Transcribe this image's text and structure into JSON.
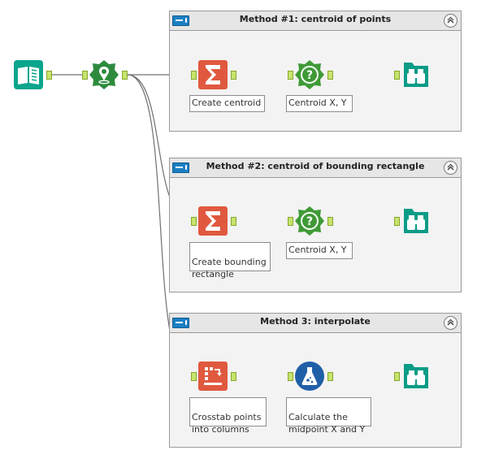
{
  "containers": [
    {
      "title": "Method #1: centroid of points"
    },
    {
      "title": "Method #2: centroid of bounding rectangle"
    },
    {
      "title": "Method 3: interpolate"
    }
  ],
  "tools": {
    "input": {
      "icon": "book-icon"
    },
    "create_points": {
      "icon": "map-pin-icon"
    },
    "summarize_1": {
      "icon": "sigma-icon",
      "annotation": "Create centroid"
    },
    "formula_1": {
      "icon": "question-gear-icon",
      "annotation": "Centroid X, Y"
    },
    "browse_1": {
      "icon": "binoculars-icon"
    },
    "summarize_2": {
      "icon": "sigma-icon",
      "annotation": "Create bounding\nrectangle"
    },
    "formula_2": {
      "icon": "question-gear-icon",
      "annotation": "Centroid X, Y"
    },
    "browse_2": {
      "icon": "binoculars-icon"
    },
    "crosstab_3": {
      "icon": "crosstab-icon",
      "annotation": "Crosstab points\ninto columns"
    },
    "formula_3": {
      "icon": "flask-icon",
      "annotation": "Calculate the\nmidpoint X and Y"
    },
    "browse_3": {
      "icon": "binoculars-icon"
    }
  },
  "colors": {
    "input_teal": "#0aa58c",
    "spatial_green": "#2e8b3e",
    "summarize_orange": "#e0593f",
    "formula_green": "#3f9a36",
    "formula_blue": "#1f5fa8",
    "browse_teal": "#0a9c86",
    "anchor_green": "#c6e36b",
    "container_bar": "#1c7fc3"
  }
}
